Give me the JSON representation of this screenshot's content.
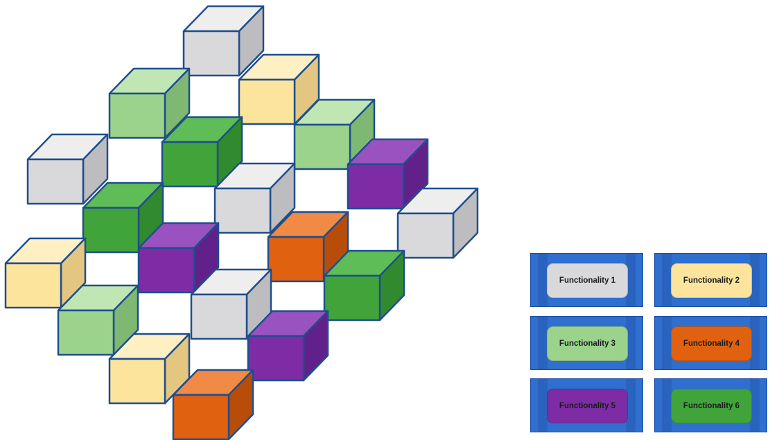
{
  "palette": {
    "gray": {
      "front": "#d9d9db",
      "top": "#eeeeef",
      "side": "#bdbdc0"
    },
    "yellow": {
      "front": "#fde49c",
      "top": "#fff0c4",
      "side": "#e3c680"
    },
    "lightgreen": {
      "front": "#9bd38d",
      "top": "#bfe6b3",
      "side": "#7fb873"
    },
    "green": {
      "front": "#40a43a",
      "top": "#5ebd57",
      "side": "#318a2d"
    },
    "purple": {
      "front": "#7e2ca6",
      "top": "#9a52c0",
      "side": "#62218a"
    },
    "orange": {
      "front": "#e06110",
      "top": "#f08a45",
      "side": "#b84d0a"
    },
    "edge": "#1f4e8c"
  },
  "cubes": [
    {
      "color": "gray"
    },
    {
      "color": "lightgreen"
    },
    {
      "color": "yellow"
    },
    {
      "color": "green"
    },
    {
      "color": "gray"
    },
    {
      "color": "lightgreen"
    },
    {
      "color": "green"
    },
    {
      "color": "gray"
    },
    {
      "color": "purple"
    },
    {
      "color": "yellow"
    },
    {
      "color": "purple"
    },
    {
      "color": "orange"
    },
    {
      "color": "gray"
    },
    {
      "color": "lightgreen"
    },
    {
      "color": "gray"
    },
    {
      "color": "green"
    },
    {
      "color": "yellow"
    },
    {
      "color": "purple"
    },
    {
      "color": "orange"
    }
  ],
  "legend": [
    {
      "label": "Functionality 1",
      "color": "#d9d9db",
      "text_color": "#1b1b1b"
    },
    {
      "label": "Functionality 2",
      "color": "#fde49c",
      "text_color": "#1b1b1b"
    },
    {
      "label": "Functionality 3",
      "color": "#9bd38d",
      "text_color": "#1b1b1b"
    },
    {
      "label": "Functionality 4",
      "color": "#e06110",
      "text_color": "#1b1b1b"
    },
    {
      "label": "Functionality 5",
      "color": "#7e2ca6",
      "text_color": "#1b1b1b"
    },
    {
      "label": "Functionality 6",
      "color": "#40a43a",
      "text_color": "#1b1b1b"
    }
  ]
}
